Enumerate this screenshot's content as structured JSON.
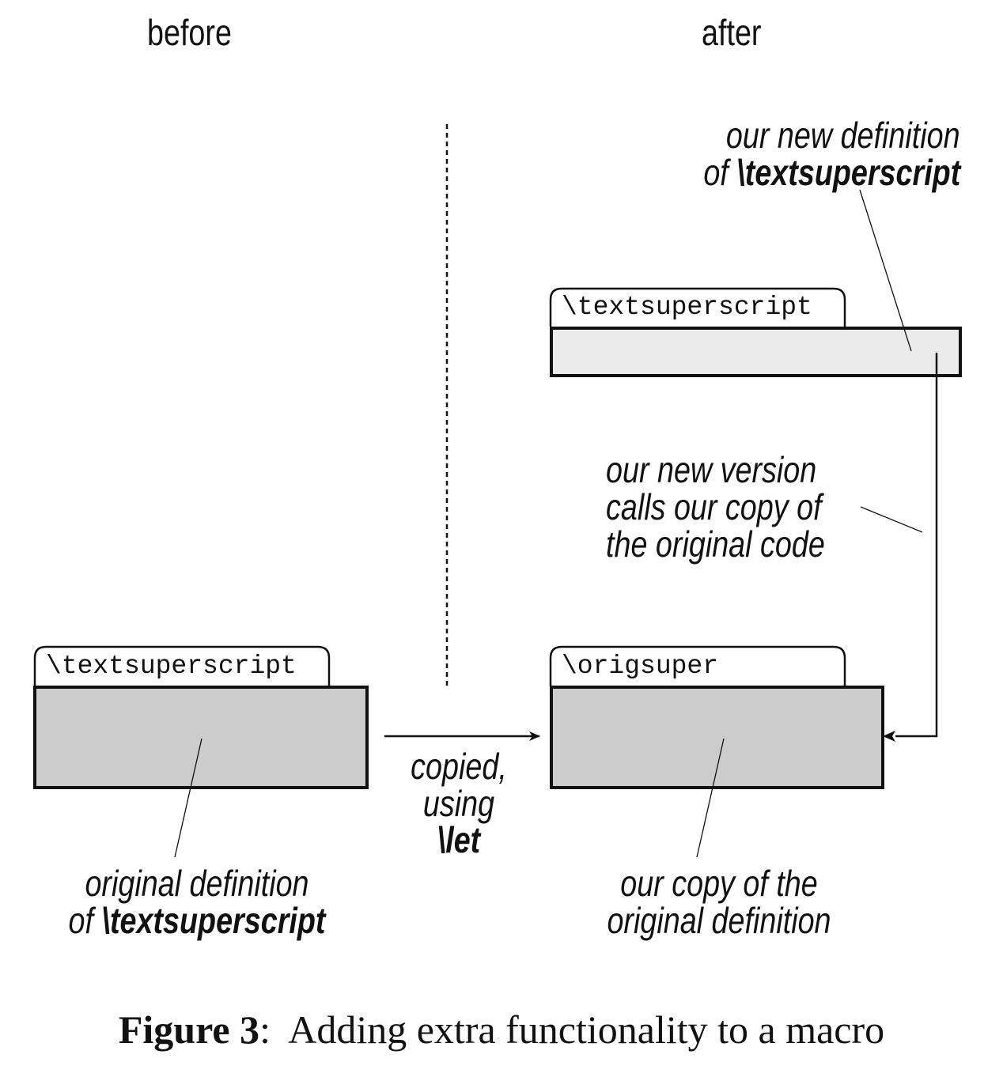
{
  "headers": {
    "before": "before",
    "after": "after"
  },
  "tabs": {
    "before_macro": "\\textsuperscript",
    "after_new_macro": "\\textsuperscript",
    "after_copy_macro": "\\origsuper"
  },
  "annotations": {
    "new_definition_line1": "our new definition",
    "new_definition_of": "of ",
    "new_definition_macro": "\\textsuperscript",
    "new_version_line1": "our new version",
    "new_version_line2": "calls our copy of",
    "new_version_line3": "the original code",
    "copied_line1": "copied,",
    "copied_line2": "using",
    "copied_line3": "\\let",
    "original_line1": "original definition",
    "original_of": "of ",
    "original_macro": "\\textsuperscript",
    "copy_line1": "our copy of the",
    "copy_line2": "original definition"
  },
  "caption": {
    "label": "Figure 3",
    "separator": ":",
    "text": "Adding extra functionality to a macro"
  },
  "colors": {
    "box_dark_fill": "#cccccc",
    "box_light_fill": "#ebebeb",
    "stroke": "#111111"
  }
}
